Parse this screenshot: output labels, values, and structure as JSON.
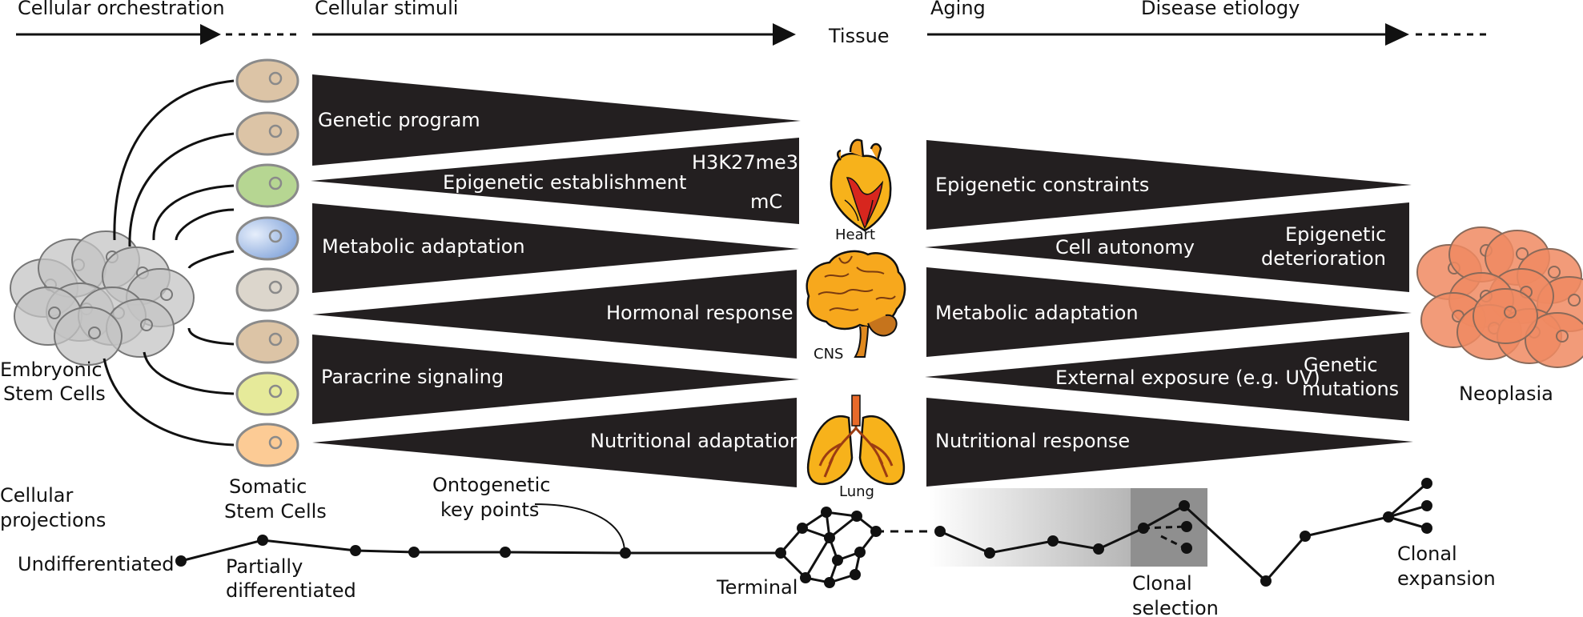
{
  "header": {
    "cellular_orchestration": "Cellular orchestration",
    "cellular_stimuli": "Cellular stimuli",
    "tissue": "Tissue",
    "aging": "Aging",
    "disease_etiology": "Disease etiology"
  },
  "left_wedges": {
    "genetic_program": "Genetic program",
    "epigenetic_establishment": "Epigenetic establishment",
    "h3k27me3": "H3K27me3",
    "mc": "mC",
    "metabolic_adaptation": "Metabolic adaptation",
    "hormonal_response": "Hormonal response",
    "paracrine_signaling": "Paracrine signaling",
    "nutritional_adaptation": "Nutritional adaptation"
  },
  "right_wedges": {
    "epigenetic_constraints": "Epigenetic constraints",
    "cell_autonomy": "Cell autonomy",
    "epigenetic_line1": "Epigenetic",
    "epigenetic_line2": "deterioration",
    "metabolic_adaptation": "Metabolic adaptation",
    "external_exposure": "External exposure (e.g. UV)",
    "genetic_line1": "Genetic",
    "genetic_line2": "mutations",
    "nutritional_response": "Nutritional response"
  },
  "organs": {
    "heart": "Heart",
    "cns": "CNS",
    "lung": "Lung"
  },
  "cells": {
    "esc_line1": "Embryonic",
    "esc_line2": "Stem Cells",
    "somatic_line1": "Somatic",
    "somatic_line2": "Stem Cells",
    "neoplasia": "Neoplasia",
    "colors": [
      "#dcc4a6",
      "#dcc4a6",
      "#b6d692",
      "#aec4e6",
      "#dcd6cc",
      "#dcc4a6",
      "#e6ea9a",
      "#fccb95"
    ]
  },
  "timeline": {
    "cellular_line1": "Cellular",
    "cellular_line2": "projections",
    "undifferentiated": "Undifferentiated",
    "partially_line1": "Partially",
    "partially_line2": "differentiated",
    "ontogenetic_line1": "Ontogenetic",
    "ontogenetic_line2": "key points",
    "terminal": "Terminal",
    "clonal_selection_line1": "Clonal",
    "clonal_selection_line2": "selection",
    "clonal_expansion_line1": "Clonal",
    "clonal_expansion_line2": "expansion"
  },
  "colors": {
    "wedge": "#231f20",
    "ink": "#111111",
    "neoplasia": "#f08a62",
    "stem_gray": "#b4b4b4"
  }
}
